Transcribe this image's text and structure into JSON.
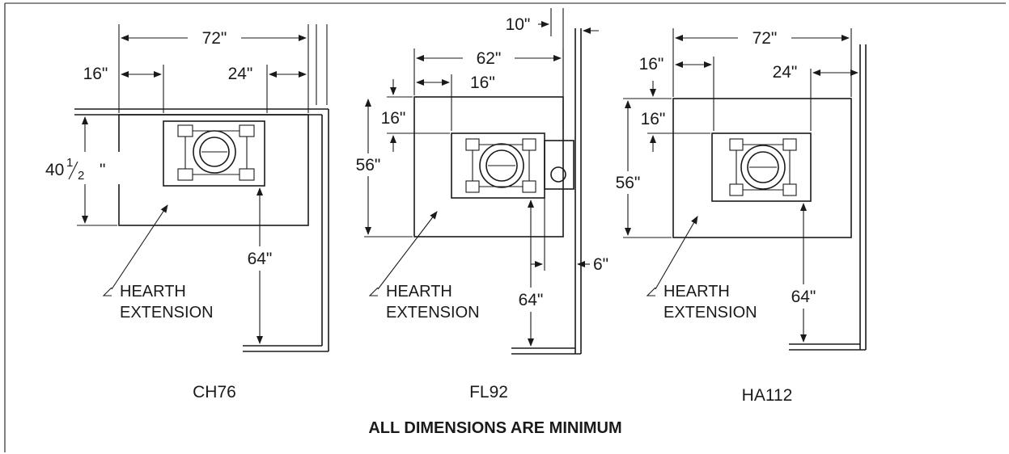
{
  "ch76": {
    "model": "CH76",
    "dim_width": "72\"",
    "dim_left": "16\"",
    "dim_right": "24\"",
    "dim_depth_whole": "40",
    "dim_depth_num": "1",
    "dim_depth_den": "2",
    "dim_depth_unit": "\"",
    "dim_front": "64\"",
    "hearth_line1": "HEARTH",
    "hearth_line2": "EXTENSION"
  },
  "fl92": {
    "model": "FL92",
    "dim_top_gap": "10\"",
    "dim_width": "62\"",
    "dim_left": "16\"",
    "dim_rear": "16\"",
    "dim_depth": "56\"",
    "dim_side": "6\"",
    "dim_front": "64\"",
    "hearth_line1": "HEARTH",
    "hearth_line2": "EXTENSION"
  },
  "ha112": {
    "model": "HA112",
    "dim_width": "72\"",
    "dim_left": "16\"",
    "dim_right": "24\"",
    "dim_rear": "16\"",
    "dim_depth": "56\"",
    "dim_front": "64\"",
    "hearth_line1": "HEARTH",
    "hearth_line2": "EXTENSION"
  },
  "footer": "ALL DIMENSIONS ARE MINIMUM"
}
